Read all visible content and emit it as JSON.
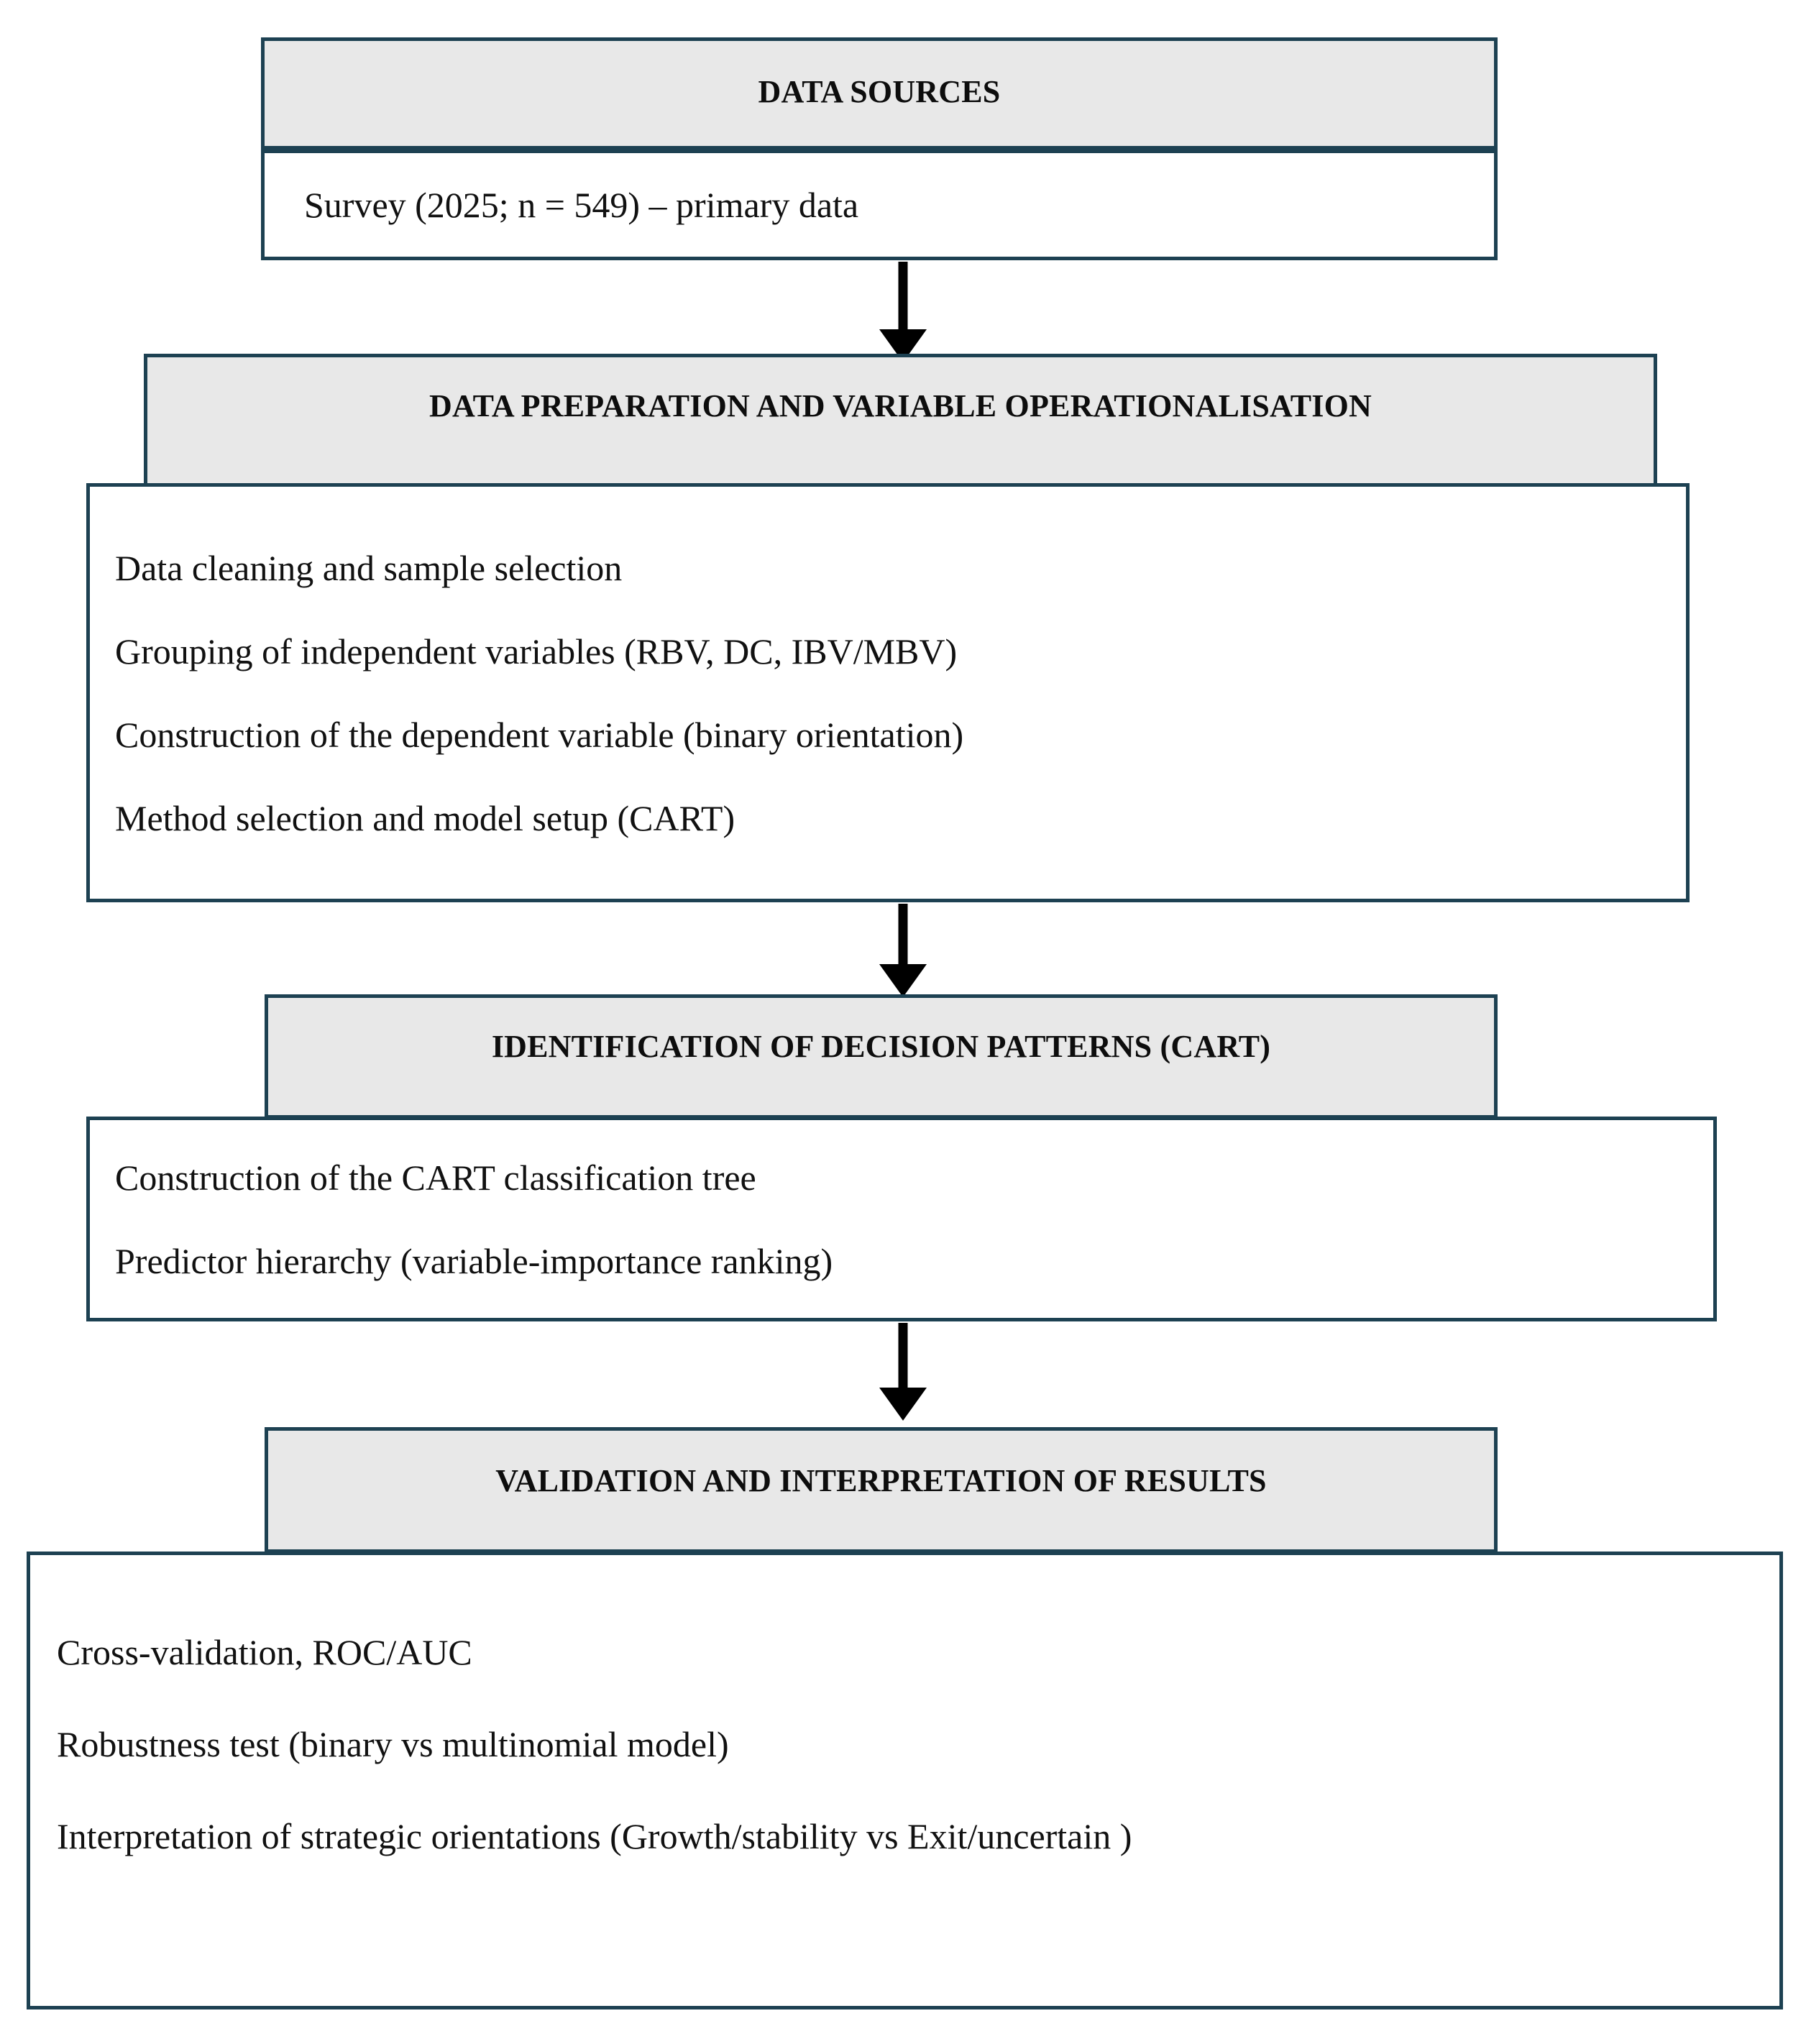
{
  "diagram": {
    "title": "Research methodology flowchart",
    "accent_border_color": "#1d4152",
    "header_fill_color": "#e8e8e8",
    "body_fill_color": "#ffffff",
    "arrow_color": "#000000",
    "text_color": "#111111"
  },
  "stages": [
    {
      "id": "data-sources",
      "header": "DATA SOURCES",
      "lines": [
        "Survey (2025; n = 549) – primary data"
      ]
    },
    {
      "id": "data-preparation",
      "header": "DATA PREPARATION AND VARIABLE OPERATIONALISATION",
      "lines": [
        "Data cleaning and sample selection",
        "Grouping of independent variables (RBV, DC, IBV/MBV)",
        "Construction of the dependent variable (binary orientation)",
        "Method selection and model setup (CART)"
      ]
    },
    {
      "id": "decision-patterns",
      "header": "IDENTIFICATION OF DECISION PATTERNS (CART)",
      "lines": [
        "Construction of the CART classification tree",
        "Predictor hierarchy (variable-importance ranking)"
      ]
    },
    {
      "id": "validation",
      "header": "VALIDATION AND INTERPRETATION OF RESULTS",
      "lines": [
        "Cross-validation, ROC/AUC",
        "Robustness test (binary vs multinomial model)",
        "Interpretation of strategic orientations (Growth/stability vs Exit/uncertain )"
      ]
    }
  ],
  "connectors": [
    {
      "id": "arrow-sources-to-preparation",
      "icon": "down-arrow-icon"
    },
    {
      "id": "arrow-preparation-to-patterns",
      "icon": "down-arrow-icon"
    },
    {
      "id": "arrow-patterns-to-validation",
      "icon": "down-arrow-icon"
    }
  ]
}
